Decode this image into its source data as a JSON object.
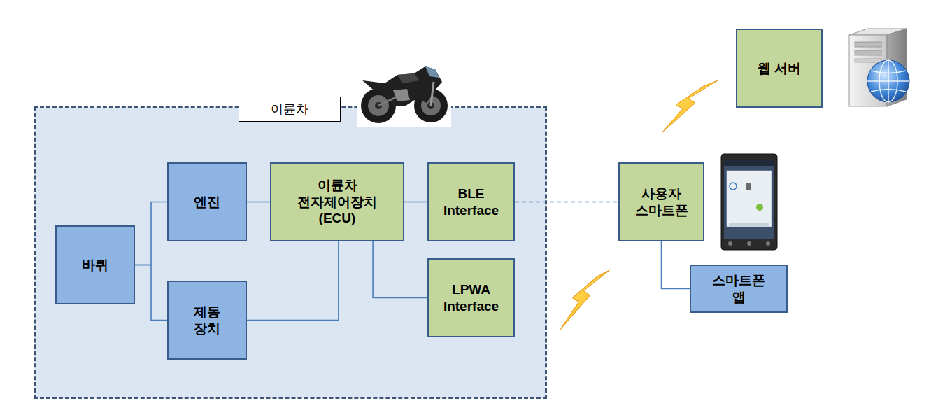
{
  "diagram": {
    "nodes": [
      {
        "text": [
          "이륜차"
        ]
      },
      {
        "text": [
          "바퀴"
        ],
        "in": 0
      },
      {
        "text": [
          "엔진"
        ],
        "in": 0
      },
      {
        "text": [
          "제동 장치"
        ],
        "in": 0
      },
      {
        "text": [
          "이륜차 전자제어장치 (ECU)"
        ],
        "in": 0
      },
      {
        "text": [
          "BLE Interface"
        ],
        "in": 0
      },
      {
        "text": [
          "LPWA Interface"
        ],
        "in": 0
      },
      {
        "text": [
          "웹 서버"
        ]
      },
      {
        "text": [
          "사용자 스마트폰"
        ]
      },
      {
        "text": [
          "스마트폰 앱"
        ]
      }
    ],
    "edges": [
      {
        "from": 1,
        "to": 2,
        "arrow": "none"
      },
      {
        "from": 1,
        "to": 3,
        "arrow": "none"
      },
      {
        "from": 2,
        "to": 4,
        "arrow": "none"
      },
      {
        "from": 3,
        "to": 4,
        "arrow": "none"
      },
      {
        "from": 4,
        "to": 5,
        "arrow": "none"
      },
      {
        "from": 4,
        "to": 6,
        "arrow": "none"
      },
      {
        "from": 5,
        "to": 8,
        "arrow": "none"
      },
      {
        "from": 8,
        "to": 9,
        "arrow": "none"
      }
    ]
  }
}
